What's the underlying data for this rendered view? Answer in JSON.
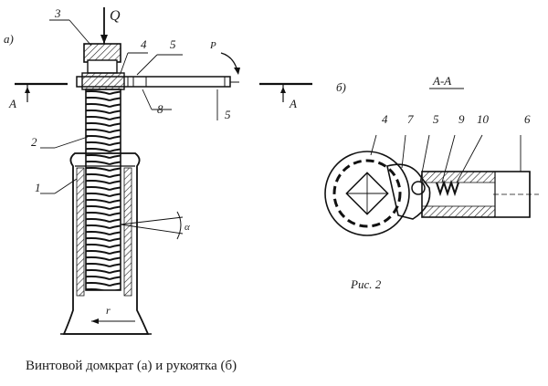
{
  "diagram": {
    "view_a": {
      "label": "а)",
      "load_label": "Q",
      "force_label": "P",
      "section_marker_left": "A",
      "section_marker_right": "A",
      "parts": {
        "p1": "1",
        "p2": "2",
        "p3": "3",
        "p4": "4",
        "p5": "5",
        "p8": "8",
        "p5b": "5"
      },
      "radius_label": "r",
      "angle_label": "α"
    },
    "view_b": {
      "label": "б)",
      "section_title": "А-А",
      "parts": {
        "p4": "4",
        "p7": "7",
        "p5": "5",
        "p9": "9",
        "p10": "10",
        "p6": "6"
      },
      "figure_label": "Рис. 2"
    },
    "caption": "Винтовой домкрат (а) и рукоятка (б)"
  }
}
